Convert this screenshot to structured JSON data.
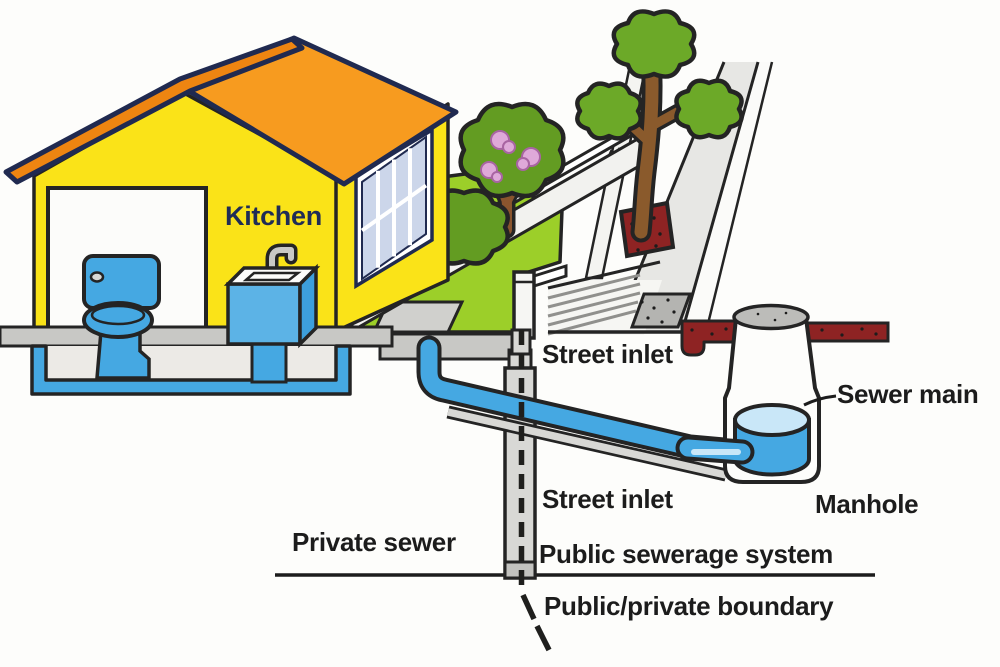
{
  "diagram": {
    "type": "sewerage-system-cutaway-illustration",
    "labels": {
      "kitchen": "Kitchen",
      "street_inlet_upper": "Street inlet",
      "street_inlet_lower": "Street inlet",
      "sewer_main": "Sewer main",
      "manhole": "Manhole",
      "private_sewer": "Private sewer",
      "public_sewerage_system": "Public sewerage system",
      "public_private_boundary": "Public/private boundary"
    },
    "colors": {
      "background": "#fdfdfb",
      "house_wall_yellow": "#fae318",
      "roof_orange": "#f79b1f",
      "roof_edge_orange": "#ee8511",
      "navy_outline": "#202a50",
      "black_outline": "#242424",
      "water_pipe_blue": "#45a8e2",
      "water_light_blue": "#c9e7f8",
      "lawn_green": "#9ccf29",
      "foliage_green": "#639c22",
      "big_tree_green": "#6ca928",
      "trunk_brown": "#8a552e",
      "blossom_pink": "#dfa9d9",
      "sewer_main_red": "#8e2323",
      "concrete_gray": "#c8c8c5",
      "pipe_gray": "#d8d8d5",
      "label_text": "#1c1c1c"
    }
  }
}
